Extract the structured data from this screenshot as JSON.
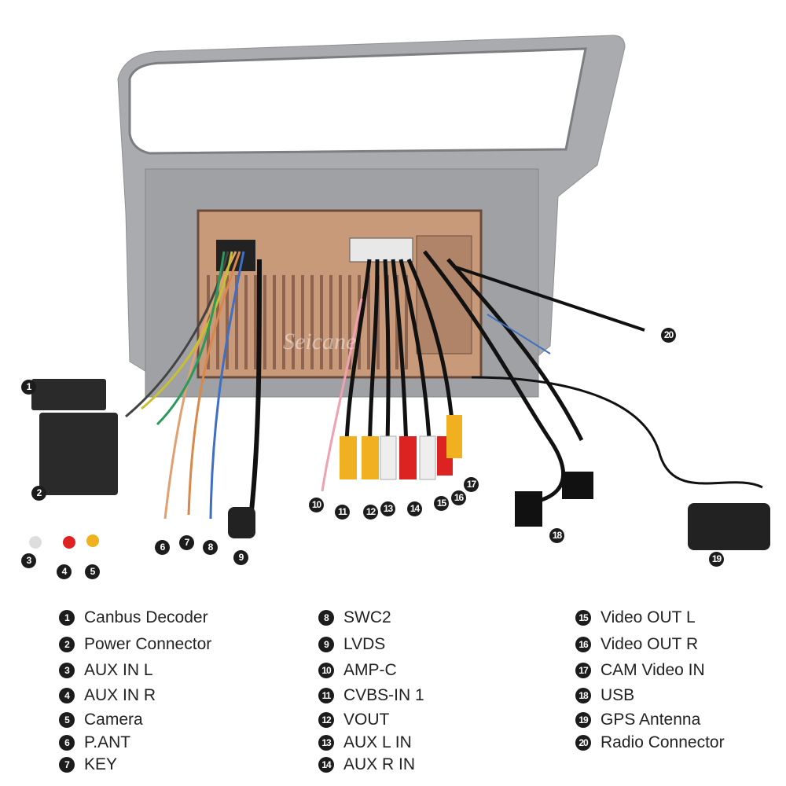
{
  "watermark": "Seicane",
  "colors": {
    "bezel": "#a9abae",
    "unit": "#c89a7a",
    "callout": "#1c1c1c"
  },
  "legend": [
    {
      "n": "1",
      "label": "Canbus Decoder"
    },
    {
      "n": "2",
      "label": "Power Connector"
    },
    {
      "n": "3",
      "label": "AUX IN L"
    },
    {
      "n": "4",
      "label": "AUX IN R"
    },
    {
      "n": "5",
      "label": "Camera"
    },
    {
      "n": "6",
      "label": "P.ANT"
    },
    {
      "n": "7",
      "label": "KEY"
    },
    {
      "n": "8",
      "label": "SWC2"
    },
    {
      "n": "9",
      "label": "LVDS"
    },
    {
      "n": "10",
      "label": "AMP-C"
    },
    {
      "n": "11",
      "label": "CVBS-IN 1"
    },
    {
      "n": "12",
      "label": "VOUT"
    },
    {
      "n": "13",
      "label": "AUX L IN"
    },
    {
      "n": "14",
      "label": "AUX R IN"
    },
    {
      "n": "15",
      "label": "Video OUT L"
    },
    {
      "n": "16",
      "label": "Video OUT R"
    },
    {
      "n": "17",
      "label": "CAM Video IN"
    },
    {
      "n": "18",
      "label": "USB"
    },
    {
      "n": "19",
      "label": "GPS Antenna"
    },
    {
      "n": "20",
      "label": "Radio Connector"
    }
  ]
}
